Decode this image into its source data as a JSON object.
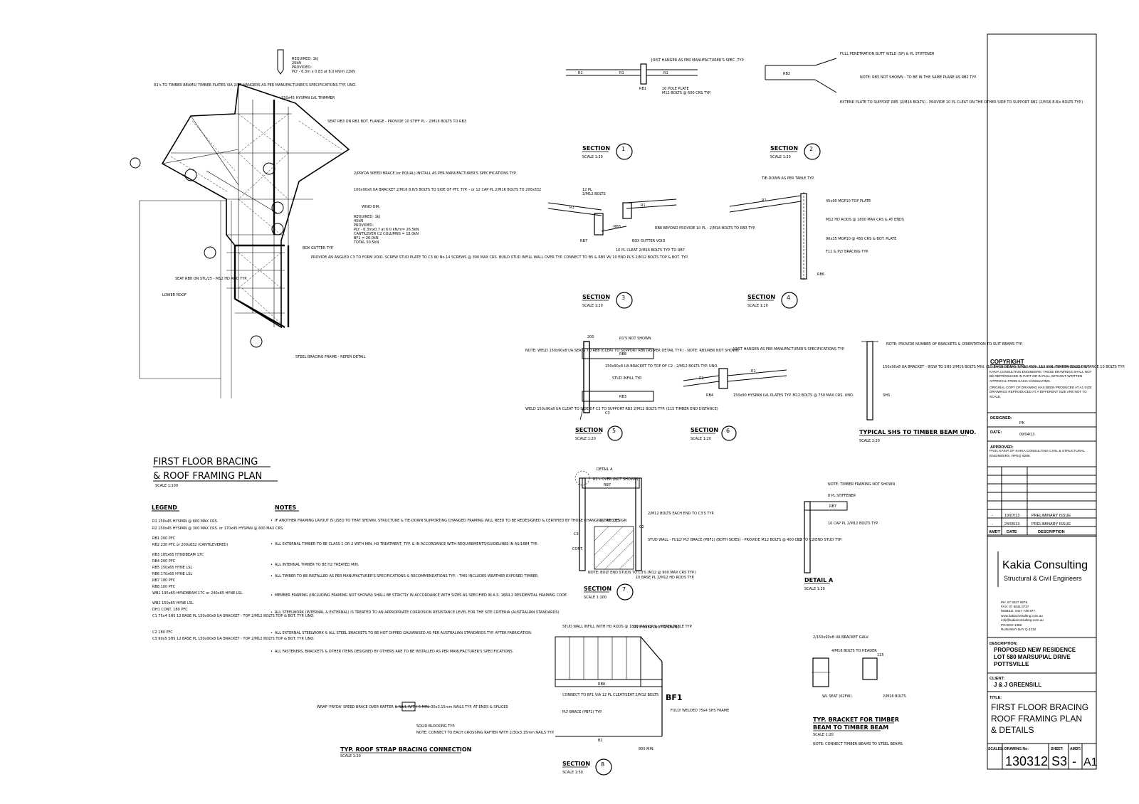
{
  "plan": {
    "title_line1": "FIRST FLOOR BRACING",
    "title_line2": "& ROOF FRAMING PLAN",
    "scale": "SCALE 1:100",
    "required_top": [
      "REQUIRED: 1kJ",
      "20kN",
      "PROVIDED:",
      "PLY - 6.3m x 0.83 at 6.0 kN/m 22kN"
    ],
    "required_mid": [
      "REQUIRED: 1kJ",
      "45kN",
      "PROVIDED:",
      "PLY - 6.3mx0.7 at 6.0 kN/m= 26.5kN",
      "CANTILEVER C2 COLUMNS = 18.0kN",
      "BF1 = 26.0kN",
      "TOTAL 50.5kN"
    ],
    "notes": [
      "R1's TO TIMBER BEAMS/ TIMBER PLATES VIA 2/ST HANGERS AS PER MANUFACTURER'S SPECIFICATIONS TYP. UNO.",
      "150x45 HYSPAN LVL TRIMMER",
      "SEAT RB3 ON RB1 BOT. FLANGE - PROVIDE 10 STIFF PL - 2/M16 BOLTS TO RB3",
      "2/PRYDA SPEED BRACE (or EQUAL) INSTALL AS PER MANUFACTURER'S SPECIFICATIONS TYP.",
      "100x90x8 UA BRACKET 2/M16 8.8/S BOLTS TO SIDE OF PFC TYP. - or 12 CAP PL 2/M16 BOLTS TO 200x832",
      "BOX GUTTER TYP.",
      "PROVIDE AN ANGLED C3 TO FORM VOID. SCREW STUD PLATE TO C3 W/ No.14 SCREWS @ 300 MAX CRS. BUILD STUD INFILL WALL OVER TYP. CONNECT TO B5 & RB5 W/ 10 END PL'S 2/M12 BOLTS TOP & BOT. TYP.",
      "SEAT RB8 ON STL/25 - M12 HD ROD TYP.",
      "LOWER ROOF",
      "STEEL BRACING FRAME - REFER DETAIL",
      "WIND DIR."
    ]
  },
  "legend": {
    "heading": "LEGEND",
    "items": [
      "R1   150x45 HYSPAN @ 600 MAX CRS.",
      "R2   150x45 HYSPAN @ 300 MAX CRS. or 170x45 HYSPAN @ 600 MAX CRS.",
      "RB1  200 PFC",
      "RB2  230 PFC or 200x832 (CANTILEVERED)",
      "RB3  185x65 HYNDBEAM 17C",
      "RB4  200 PFC",
      "RB5  150x65 HYNE LSL",
      "RB6  170x65 HYNE LSL",
      "RB7  180 PFC",
      "RB8  100 PFC",
      "WB1  195x65 HYNDBEAM 17C or 240x65 HYNE LSL",
      "WB2  150x65 HYNE LSL",
      "DH1  CONT. 180 PFC",
      "C1   75x4 SHS 12 BASE PL 150x90x8 UA BRACKET - TOP 2/M12 BOLTS TOP & BOT. TYP. UNO.",
      "C2   180 PFC",
      "C3   90x5 SHS 12 BASE PL 150x90x8 UA BRACKET - TOP 2/M12 BOLTS TOP & BOT. TYP. UNO."
    ]
  },
  "notes": {
    "heading": "NOTES",
    "items": [
      "IF ANOTHER FRAMING LAYOUT IS USED TO THAT SHOWN, STRUCTURE & TIE-DOWN SUPPORTING CHANGED FRAMING WILL NEED TO BE REDESIGNED & CERTIFIED BY THOSE CHANGING THE DESIGN",
      "ALL EXTERNAL TIMBER TO BE CLASS 1 OR 2 WITH MIN. H3 TREATMENT, TYP. & IN ACCORDANCE WITH REQUIREMENTS/GUIDELINES IN AS/1684 TYP.",
      "ALL INTERNAL TIMBER TO BE H2 TREATED MIN.",
      "ALL TIMBER TO BE INSTALLED AS PER MANUFACTURER'S SPECIFICATIONS & RECOMMENDATIONS TYP. - THIS INCLUDES WEATHER EXPOSED TIMBER.",
      "MEMBER FRAMING (INCLUDING FRAMING NOT SHOWN) SHALL BE STRICTLY IN ACCORDANCE WITH SIZES AS SPECIFIED IN A.S. 1684.2 RESIDENTIAL FRAMING CODE.",
      "ALL STEELWORK (INTERNAL & EXTERNAL) IS TREATED TO AN APPROPRIATE CORROSION RESISTANCE LEVEL FOR THE SITE CRITERIA (AUSTRALIAN STANDARDS)",
      "ALL EXTERNAL STEELWORK & ALL STEEL BRACKETS TO BE HOT DIPPED GALVANISED AS PER AUSTRALIAN STANDARDS TYP. AFTER FABRICATION.",
      "ALL FASTENERS, BRACKETS & OTHER ITEMS DESIGNED BY OTHERS ARE TO BE INSTALLED AS PER MANUFACTURER'S SPECIFICATIONS."
    ]
  },
  "strap": {
    "title": "TYP. ROOF STRAP BRACING CONNECTION",
    "scale": "SCALE 1:20",
    "note1": "WRAP 'PRYDA' SPEED BRACE OVER RAFTER & NAIL WITH 6 MIN. 30x3.15mm NAILS TYP. AT ENDS & SPLICES",
    "note2": "SOLID BLOCKING TYP.",
    "note3": "NOTE: CONNECT TO EACH CROSSING RAFTER WITH 2/30x3.15mm NAILS TYP."
  },
  "sections": [
    {
      "label": "SECTION",
      "num": "1",
      "scale": "SCALE 1:20",
      "notes": [
        "JOIST HANGER AS PER MANUFACTURER'S SPEC. TYP.",
        "R1",
        "R1",
        "RB1",
        "R1",
        "10 POLE PLATE",
        "M12 BOLTS @ 600 CRS TYP."
      ]
    },
    {
      "label": "SECTION",
      "num": "2",
      "scale": "SCALE 1:20",
      "notes": [
        "FULL PENETRATION BUTT WELD (SP) & PL STIFFENER",
        "RB2",
        "NOTE: RB5 NOT SHOWN - TO BE IN THE SAME PLANE AS RB2 TYP.",
        "EXTEND PLATE TO SUPPORT RB5 (2/M16 BOLTS) - PROVIDE 10 PL CLEAT ON THE OTHER SIDE TO SUPPORT RB1 (2/M16 8.8/s BOLTS TYP.)"
      ]
    },
    {
      "label": "SECTION",
      "num": "3",
      "scale": "SCALE 1:20",
      "notes": [
        "12 PL",
        "2/M12 BOLTS",
        "R1",
        "R1",
        "RB3",
        "RB7",
        "RB8 BEYOND PROVIDE 10 PL - 2/M16 BOLTS TO RB3 TYP.",
        "BOX GUTTER VOID",
        "10 PL CLEAT 2/M16 BOLTS TYP. TO RB7"
      ]
    },
    {
      "label": "SECTION",
      "num": "4",
      "scale": "SCALE 1:20",
      "notes": [
        "TIE-DOWN AS PER TABLE TYP.",
        "R1",
        "45x90 MGP10 TOP PLATE",
        "M12 HD RODS @ 1800 MAX CRS & AT ENDS",
        "90x35 MGP10 @ 450 CRS & BOT. PLATE",
        "F11 & PLY BRACING TYP.",
        "RB6"
      ]
    },
    {
      "label": "SECTION",
      "num": "5",
      "scale": "SCALE 1:20",
      "notes": [
        "200",
        "R1'S NOT SHOWN",
        "NOTE: WELD 150x90x8 UA SEATS TO RB8 (CLEAT TO SUPPORT RB6 (AS PER DETAIL TYP.) - NOTE: RB5/RB6 NOT SHOWN",
        "RB8",
        "150x90x8 UA BRACKET TO TOP OF C2 - 2/M12 BOLTS TYP. UNO.",
        "STUD INFILL TYP.",
        "RB3",
        "WELD 150x90x8 UA CLEAT TO SIDE OF C3 TO SUPPORT RB3 2/M12 BOLTS TYP. (115 TIMBER END DISTANCE)",
        "C3"
      ]
    },
    {
      "label": "SECTION",
      "num": "6",
      "scale": "SCALE 1:20",
      "notes": [
        "JOIST HANGER AS PER MANUFACTURER'S SPECIFICATIONS TYP.",
        "R1",
        "R1",
        "RB4",
        "150x90 HYSPAN LVL PLATES TYP. M12 BOLTS @ 750 MAX CRS. UNO."
      ]
    },
    {
      "label": "SECTION",
      "num": "7",
      "scale": "SCALE 1:100",
      "notes": [
        "DETAIL A",
        "R1's OVER (NOT SHOWN)",
        "RB7",
        "2/M12 BOLTS EACH END TO C3'S TYP.",
        "2/3 AT C3'S",
        "STUD WALL - FULLY PLY BRACE (PBF1) (BOTH SIDES) - PROVIDE M12 BOLTS @ 400 CRS TO C2/END STUD TYP.",
        "NOTE: BOLT END STUDS TO C3'S (M12 @ 900 MAX CRS TYP.)",
        "10 BASE PL 2/M12 HD RODS TYP.",
        "C3",
        "C2",
        "CONT."
      ]
    },
    {
      "label": "SECTION",
      "num": "8",
      "scale": "SCALE 1:50",
      "notes": [
        "STUD WALL INFILL WITH HD RODS @ 1800 MAX CRS. - REFER TABLE TYP.",
        "R1's OVER (NOT SHOWN)",
        "RB8",
        "BF1",
        "CONNECT TO BF1 VIA 12 PL CLEAT/SEAT 2/M12 BOLTS",
        "PLY BRACE (PBF1) TYP.",
        "FULLY WELDED 75x4 SHS FRAME",
        "800 MIN.",
        "B2"
      ]
    }
  ],
  "typical_shs": {
    "title": "TYPICAL SHS TO TIMBER BEAM UNO.",
    "scale": "SCALE 1:20",
    "notes": [
      "NOTE: PROVIDE NUMBER OF BRACKETS & ORIENTATION TO SUIT BEAMS TYP.",
      "150x90x8 UA BRACKET - 8/SW TO SHS 2/M16 BOLTS MIN. (1D EACH BEAM) 3/M12 MIN. 112 MIN. TIMBER EDGE DISTANCE 10 BOLTS TYP.",
      "SHS"
    ]
  },
  "detail_a": {
    "title": "DETAIL A",
    "scale": "SCALE 1:20",
    "notes": [
      "NOTE: TIMBER FRAMING NOT SHOWN",
      "8 PL STIFFENER",
      "RB7",
      "10 CAP PL 2/M12 BOLTS TYP.",
      "C2"
    ]
  },
  "bracket": {
    "title_line1": "TYP. BRACKET FOR TIMBER",
    "title_line2": "BEAM TO TIMBER BEAM",
    "scale": "SCALE 1:20",
    "note": "NOTE: CONNECT TIMBER BEAMS TO STEEL BEAMS",
    "labels": [
      "2/150x90x8 UA BRACKET GALV.",
      "4/M16 BOLTS TO HEADER",
      "WL SEAT (62FW)",
      "2/M16 BOLTS",
      "115"
    ]
  },
  "title_block": {
    "copyright_heading": "COPYRIGHT",
    "copyright_text": "COPYRIGHT EXISTS ON ALL PLANS & DESIGNS PRODUCED BY KAKIA CONSULTING ENGINEERS. THESE DRAWINGS SHALL NOT BE REPRODUCED IN PART OR IN FULL WITHOUT WRITTEN APPROVAL FROM KAKIA CONSULTING.",
    "copyright_text2": "ORIGINAL COPY OF DRAWING HAS BEEN PRODUCED AT A1 SIZE DRAWINGS REPRODUCED AT A DIFFERENT SIZE ARE NOT TO SCALE.",
    "designed_label": "DESIGNED:",
    "designed_value": "PK",
    "date_label": "DATE:",
    "date_value": "09/04/13",
    "approved_label": "APPROVED:",
    "approved_value": "PAUL KAKIA OF KAKIA CONSULTING CIVIL & STRUCTURAL ENGINEERS. RPEQ 6286",
    "revisions": [
      {
        "amdt": "-",
        "date": "19/07/13",
        "desc": "PRELIMINARY ISSUE"
      },
      {
        "amdt": "-",
        "date": "24/05/13",
        "desc": "PRELIMINARY ISSUE"
      }
    ],
    "rev_headers": {
      "amdt": "AMDT",
      "date": "DATE",
      "desc": "DESCRIPTION"
    },
    "company_name": "Kakia Consulting",
    "company_sub": "Structural & Civil Engineers",
    "contact": [
      "PH:     07 5527 6678",
      "FAX:    07 5641 0737",
      "MOBILE: 0417 738 977",
      "www.kakiaconsulting.com.au",
      "info@kakiaconsulting.com.au",
      "PO BOX 1358",
      "RUNAWAY BAY Q 4216"
    ],
    "description_label": "DESCRIPTION:",
    "description_lines": [
      "PROPOSED NEW RESIDENCE",
      "LOT 580 MARSUPIAL DRIVE",
      "POTTSVILLE"
    ],
    "client_label": "CLIENT:",
    "client_value": "J & J GREENSILL",
    "title_label": "TITLE:",
    "title_lines": [
      "FIRST FLOOR BRACING",
      "ROOF FRAMING PLAN",
      "& DETAILS"
    ],
    "scales_label": "SCALES:",
    "drawing_label": "DRAWING No:",
    "drawing_value": "130312",
    "sheet_label": "SHEET:",
    "sheet_value": "S3",
    "amdt_label": "AMDT:",
    "amdt_value": "-",
    "size_value": "A1"
  }
}
